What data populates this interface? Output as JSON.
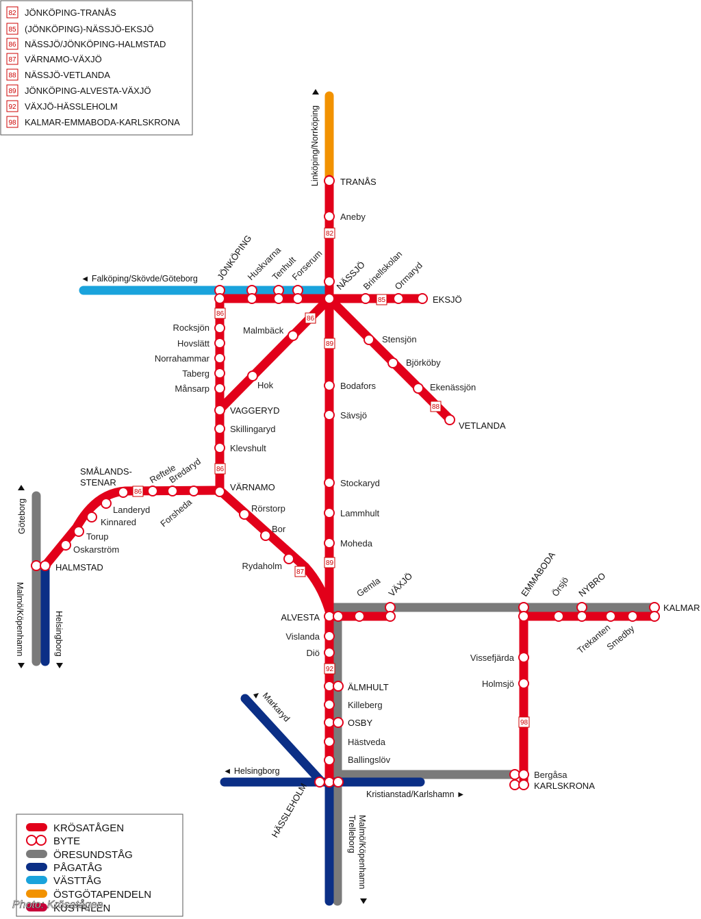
{
  "route_legend": [
    {
      "number": "82",
      "name": "JÖNKÖPING-TRANÅS"
    },
    {
      "number": "85",
      "name": "(JÖNKÖPING)-NÄSSJÖ-EKSJÖ"
    },
    {
      "number": "86",
      "name": "NÄSSJÖ/JÖNKÖPING-HALMSTAD"
    },
    {
      "number": "87",
      "name": "VÄRNAMO-VÄXJÖ"
    },
    {
      "number": "88",
      "name": "NÄSSJÖ-VETLANDA"
    },
    {
      "number": "89",
      "name": "JÖNKÖPING-ALVESTA-VÄXJÖ"
    },
    {
      "number": "92",
      "name": "VÄXJÖ-HÄSSLEHOLM"
    },
    {
      "number": "98",
      "name": "KALMAR-EMMABODA-KARLSKRONA"
    }
  ],
  "line_key": [
    {
      "label": "KRÖSATÅGEN",
      "color": "#e2001a",
      "kind": "line"
    },
    {
      "label": "BYTE",
      "color": "#e2001a",
      "kind": "interchange"
    },
    {
      "label": "ÖRESUNDSTÅG",
      "color": "#7a7a7a",
      "kind": "line"
    },
    {
      "label": "PÅGATÅG",
      "color": "#0b2f86",
      "kind": "line"
    },
    {
      "label": "VÄSTTÅG",
      "color": "#1aa3dc",
      "kind": "line"
    },
    {
      "label": "ÖSTGÖTAPENDELN",
      "color": "#f29200",
      "kind": "line"
    },
    {
      "label": "KUSTPILEN",
      "color": "#c8003a",
      "kind": "line"
    }
  ],
  "colors": {
    "krosatagen": "#e2001a",
    "oresundstag": "#7a7a7a",
    "pagatag": "#0b2f86",
    "vasttag": "#1aa3dc",
    "ostgotapendeln": "#f29200"
  },
  "directions": {
    "north": "Linköping/Norrköping",
    "west": "◄ Falköping/Skövde/Göteborg",
    "goteborg": "Göteborg",
    "malmo_left": "Malmö/Köpenhamn",
    "helsingborg_left": "Helsingborg",
    "markaryd": "Markaryd",
    "helsingborg": "◄ Helsingborg",
    "kristianstad": "Kristianstad/Karlshamn ►",
    "malmo_bottom": "Malmö/Köpenhamn",
    "trelleborg": "Trelleborg"
  },
  "stations": {
    "tranas": "TRANÅS",
    "aneby": "Aneby",
    "jonkoping": "JÖNKÖPING",
    "huskvarna": "Huskvarna",
    "tenhult": "Tenhult",
    "forserum": "Forserum",
    "nassjo": "NÄSSJÖ",
    "brinellskolan": "Brinellskolan",
    "ormaryd": "Ormaryd",
    "eksjo": "EKSJÖ",
    "rocksjon": "Rocksjön",
    "hovslatt": "Hovslätt",
    "norrahammar": "Norrahammar",
    "taberg": "Taberg",
    "mansarp": "Månsarp",
    "malmback": "Malmbäck",
    "hok": "Hok",
    "stensjon": "Stensjön",
    "bjorkoby": "Björköby",
    "ekenassjon": "Ekenässjön",
    "vetlanda": "VETLANDA",
    "bodafors": "Bodafors",
    "savsjo": "Sävsjö",
    "vaggeryd": "VAGGERYD",
    "skillingaryd": "Skillingaryd",
    "klevshult": "Klevshult",
    "varnamo": "VÄRNAMO",
    "smalandsstenar_1": "SMÅLANDS-",
    "smalandsstenar_2": "STENAR",
    "reftele": "Reftele",
    "bredaryd": "Bredaryd",
    "forsheda": "Forsheda",
    "landeryd": "Landeryd",
    "kinnared": "Kinnared",
    "torup": "Torup",
    "oskarstrom": "Oskarström",
    "halmstad": "HALMSTAD",
    "rorstorp": "Rörstorp",
    "bor": "Bor",
    "rydaholm": "Rydaholm",
    "stockaryd": "Stockaryd",
    "lammhult": "Lammhult",
    "moheda": "Moheda",
    "alvesta": "ALVESTA",
    "gemla": "Gemla",
    "vaxjo": "VÄXJÖ",
    "emmaboda": "EMMABODA",
    "orsjo": "Örsjö",
    "nybro": "NYBRO",
    "kalmar": "KALMAR",
    "trekanten": "Trekanten",
    "smedby": "Smedby",
    "vissefjarda": "Vissefjärda",
    "holmsjo": "Holmsjö",
    "bergasa": "Bergåsa",
    "karlskrona": "KARLSKRONA",
    "vislanda": "Vislanda",
    "dio": "Diö",
    "almhult": "ÄLMHULT",
    "killeberg": "Killeberg",
    "osby": "OSBY",
    "hastveda": "Hästveda",
    "ballingslov": "Ballingslöv",
    "hassleholm": "HÄSSLEHOLM"
  },
  "route_markers": [
    {
      "number": "82",
      "at": "tranas-nassjo"
    },
    {
      "number": "85",
      "at": "nassjo-eksjo"
    },
    {
      "number": "86",
      "at": "nassjo-vaggeryd"
    },
    {
      "number": "86",
      "at": "jonkoping-vaggeryd"
    },
    {
      "number": "86",
      "at": "vaggeryd-varnamo"
    },
    {
      "number": "86",
      "at": "varnamo-halmstad"
    },
    {
      "number": "87",
      "at": "varnamo-alvesta"
    },
    {
      "number": "88",
      "at": "nassjo-vetlanda"
    },
    {
      "number": "89",
      "at": "nassjo-alvesta"
    },
    {
      "number": "89",
      "at": "nassjo-alvesta-south"
    },
    {
      "number": "92",
      "at": "alvesta-hassleholm"
    },
    {
      "number": "98",
      "at": "emmaboda-karlskrona"
    }
  ],
  "credit": "Photo: Krösatågen"
}
